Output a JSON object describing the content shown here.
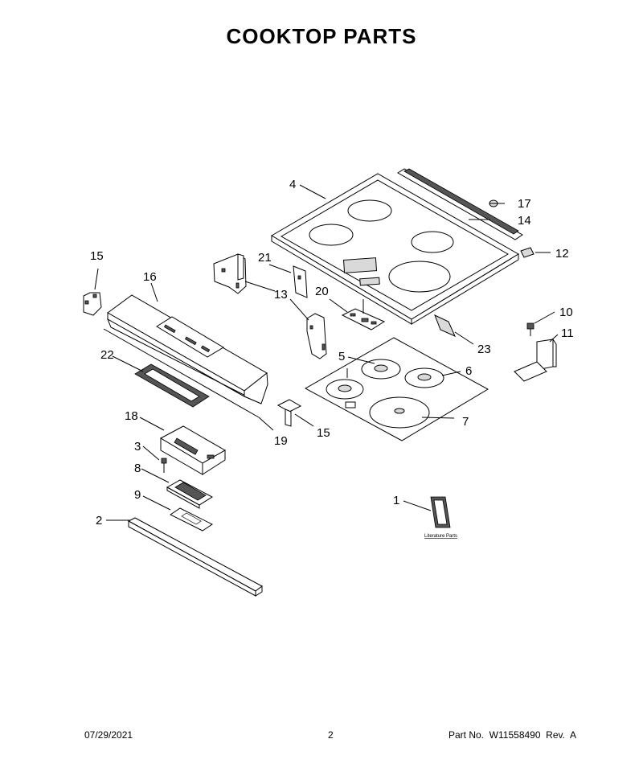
{
  "header": {
    "title": "COOKTOP PARTS"
  },
  "callouts": {
    "c1": "1",
    "c2": "2",
    "c3": "3",
    "c4": "4",
    "c5": "5",
    "c6": "6",
    "c7": "7",
    "c8": "8",
    "c9": "9",
    "c10": "10",
    "c11": "11",
    "c12": "12",
    "c13": "13",
    "c14": "14",
    "c15a": "15",
    "c15b": "15",
    "c16": "16",
    "c17": "17",
    "c18": "18",
    "c19": "19",
    "c20": "20",
    "c21": "21",
    "c22": "22",
    "c23": "23"
  },
  "literature_label": "Literature Parts",
  "footer": {
    "date": "07/29/2021",
    "page": "2",
    "part_no": "Part No.  W11558490  Rev.  A"
  }
}
